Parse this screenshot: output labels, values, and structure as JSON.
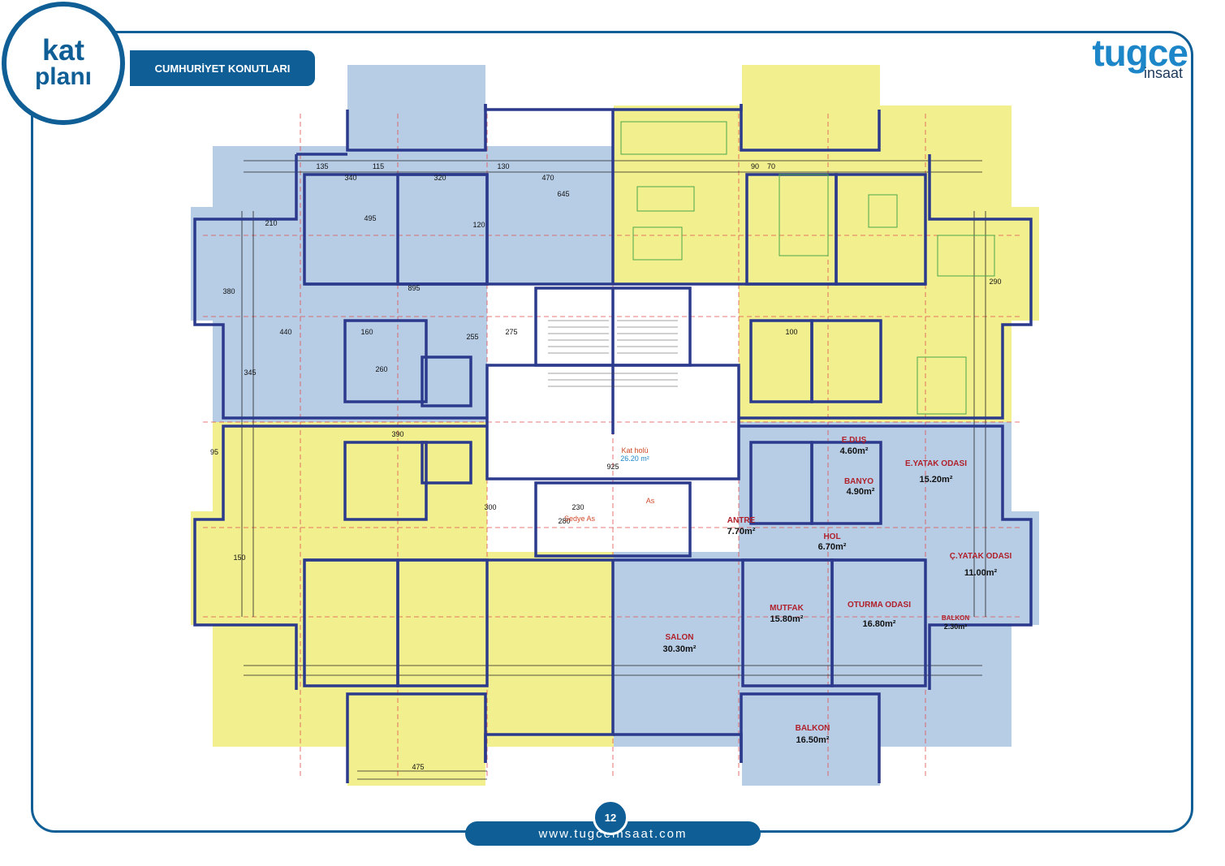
{
  "header": {
    "badge_line1": "kat",
    "badge_line2": "planı",
    "project_title": "CUMHURİYET KONUTLARI"
  },
  "brand": {
    "name": "tugce",
    "sub": "insaat",
    "color": "#1c86c8"
  },
  "footer": {
    "website": "www.tugceinsaat.com",
    "page_number": "12"
  },
  "colors": {
    "frame": "#0f5f96",
    "blue_unit": "#b7cde6",
    "yellow_unit": "#f2f08e",
    "wall": "#2b3a8c",
    "label_red": "#b0202a"
  },
  "rooms": [
    {
      "name": "E.DUŞ",
      "area": "4.60m²"
    },
    {
      "name": "E.YATAK ODASI",
      "area": "15.20m²"
    },
    {
      "name": "BANYO",
      "area": "4.90m²"
    },
    {
      "name": "ANTRE",
      "area": "7.70m²"
    },
    {
      "name": "HOL",
      "area": "6.70m²"
    },
    {
      "name": "Ç.YATAK ODASI",
      "area": "11.00m²"
    },
    {
      "name": "MUTFAK",
      "area": "15.80m²"
    },
    {
      "name": "OTURMA ODASI",
      "area": "16.80m²"
    },
    {
      "name": "BALKON",
      "area": "2.30m²"
    },
    {
      "name": "SALON",
      "area": "30.30m²"
    },
    {
      "name": "BALKON",
      "area": "16.50m²"
    }
  ],
  "core_labels": {
    "hall": "Kat holü",
    "hall_area": "26.20 m²",
    "shaft_a": "As",
    "shaft_b": "Sedye As"
  },
  "dimensions": [
    "135",
    "340",
    "115",
    "320",
    "130",
    "470",
    "645",
    "495",
    "895",
    "210",
    "390",
    "440",
    "345",
    "260",
    "160",
    "275",
    "925",
    "380",
    "290",
    "150",
    "230",
    "280",
    "475",
    "90",
    "70",
    "100",
    "120",
    "95",
    "255",
    "300"
  ]
}
